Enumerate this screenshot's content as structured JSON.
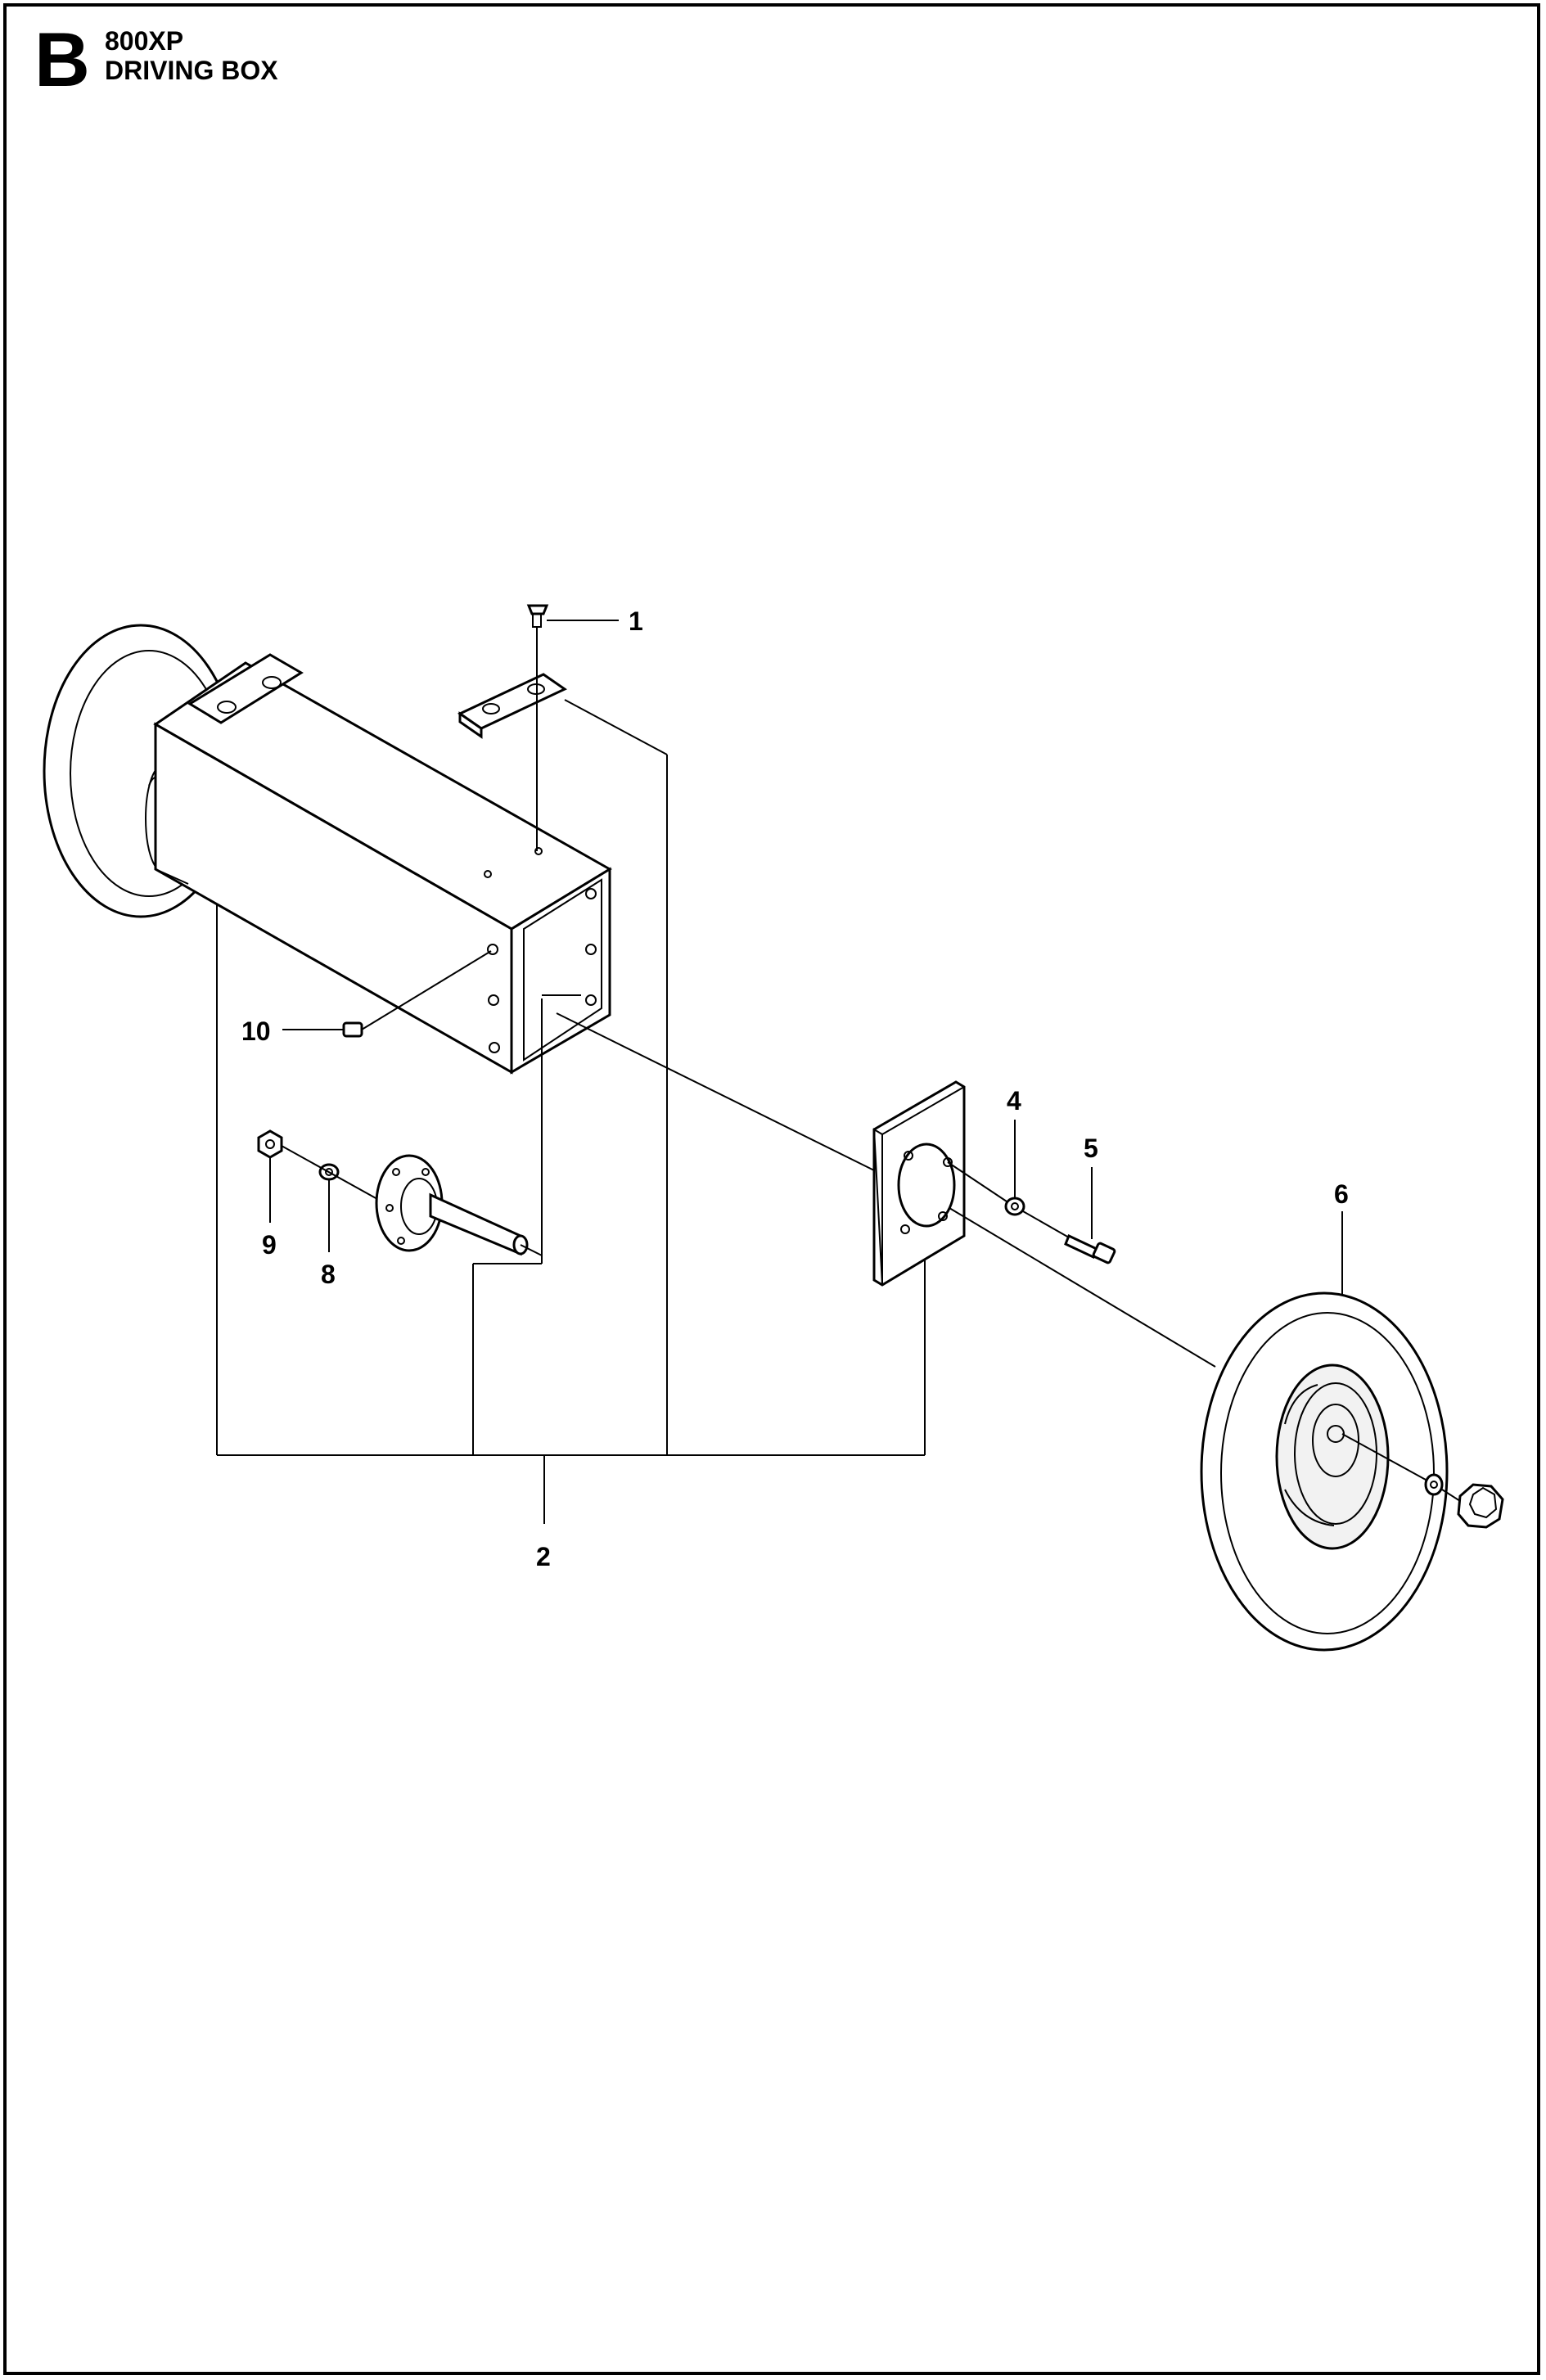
{
  "header": {
    "section": "B",
    "model": "800XP",
    "title": "DRIVING BOX"
  },
  "callouts": [
    "1",
    "2",
    "4",
    "5",
    "6",
    "8",
    "9",
    "10"
  ]
}
